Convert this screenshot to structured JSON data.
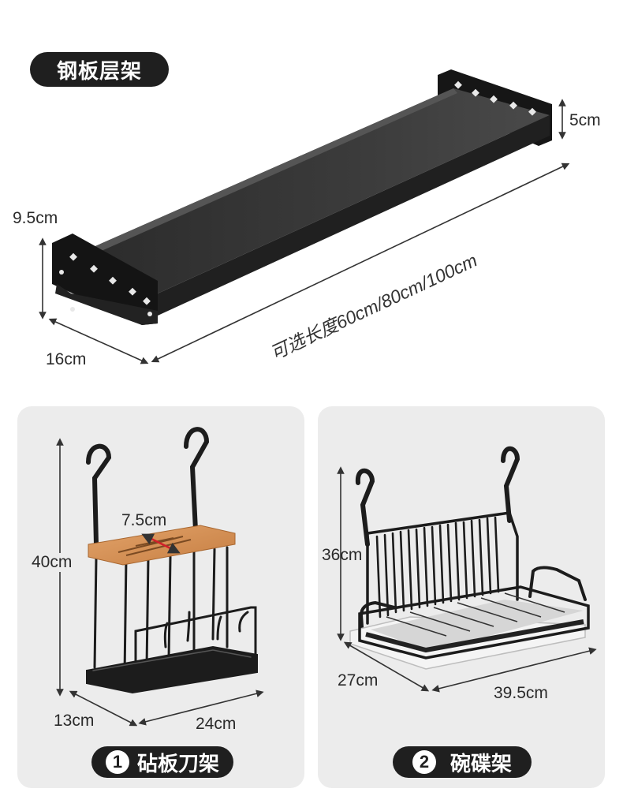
{
  "shelf": {
    "title": "钢板层架",
    "dim_height_right": "5cm",
    "dim_height_left": "9.5cm",
    "dim_depth": "16cm",
    "dim_length": "可选长度60cm/80cm/100cm"
  },
  "knife_rack": {
    "number": "1",
    "label": "砧板刀架",
    "dim_height": "40cm",
    "dim_slot": "7.5cm",
    "dim_depth": "13cm",
    "dim_width": "24cm"
  },
  "dish_rack": {
    "number": "2",
    "label": "碗碟架",
    "dim_height": "36cm",
    "dim_depth": "27cm",
    "dim_width": "39.5cm"
  },
  "colors": {
    "pill_bg": "#1f1f1f",
    "panel_bg": "#ececec",
    "metal": "#1c1c1c",
    "wood": "#d9955a"
  }
}
